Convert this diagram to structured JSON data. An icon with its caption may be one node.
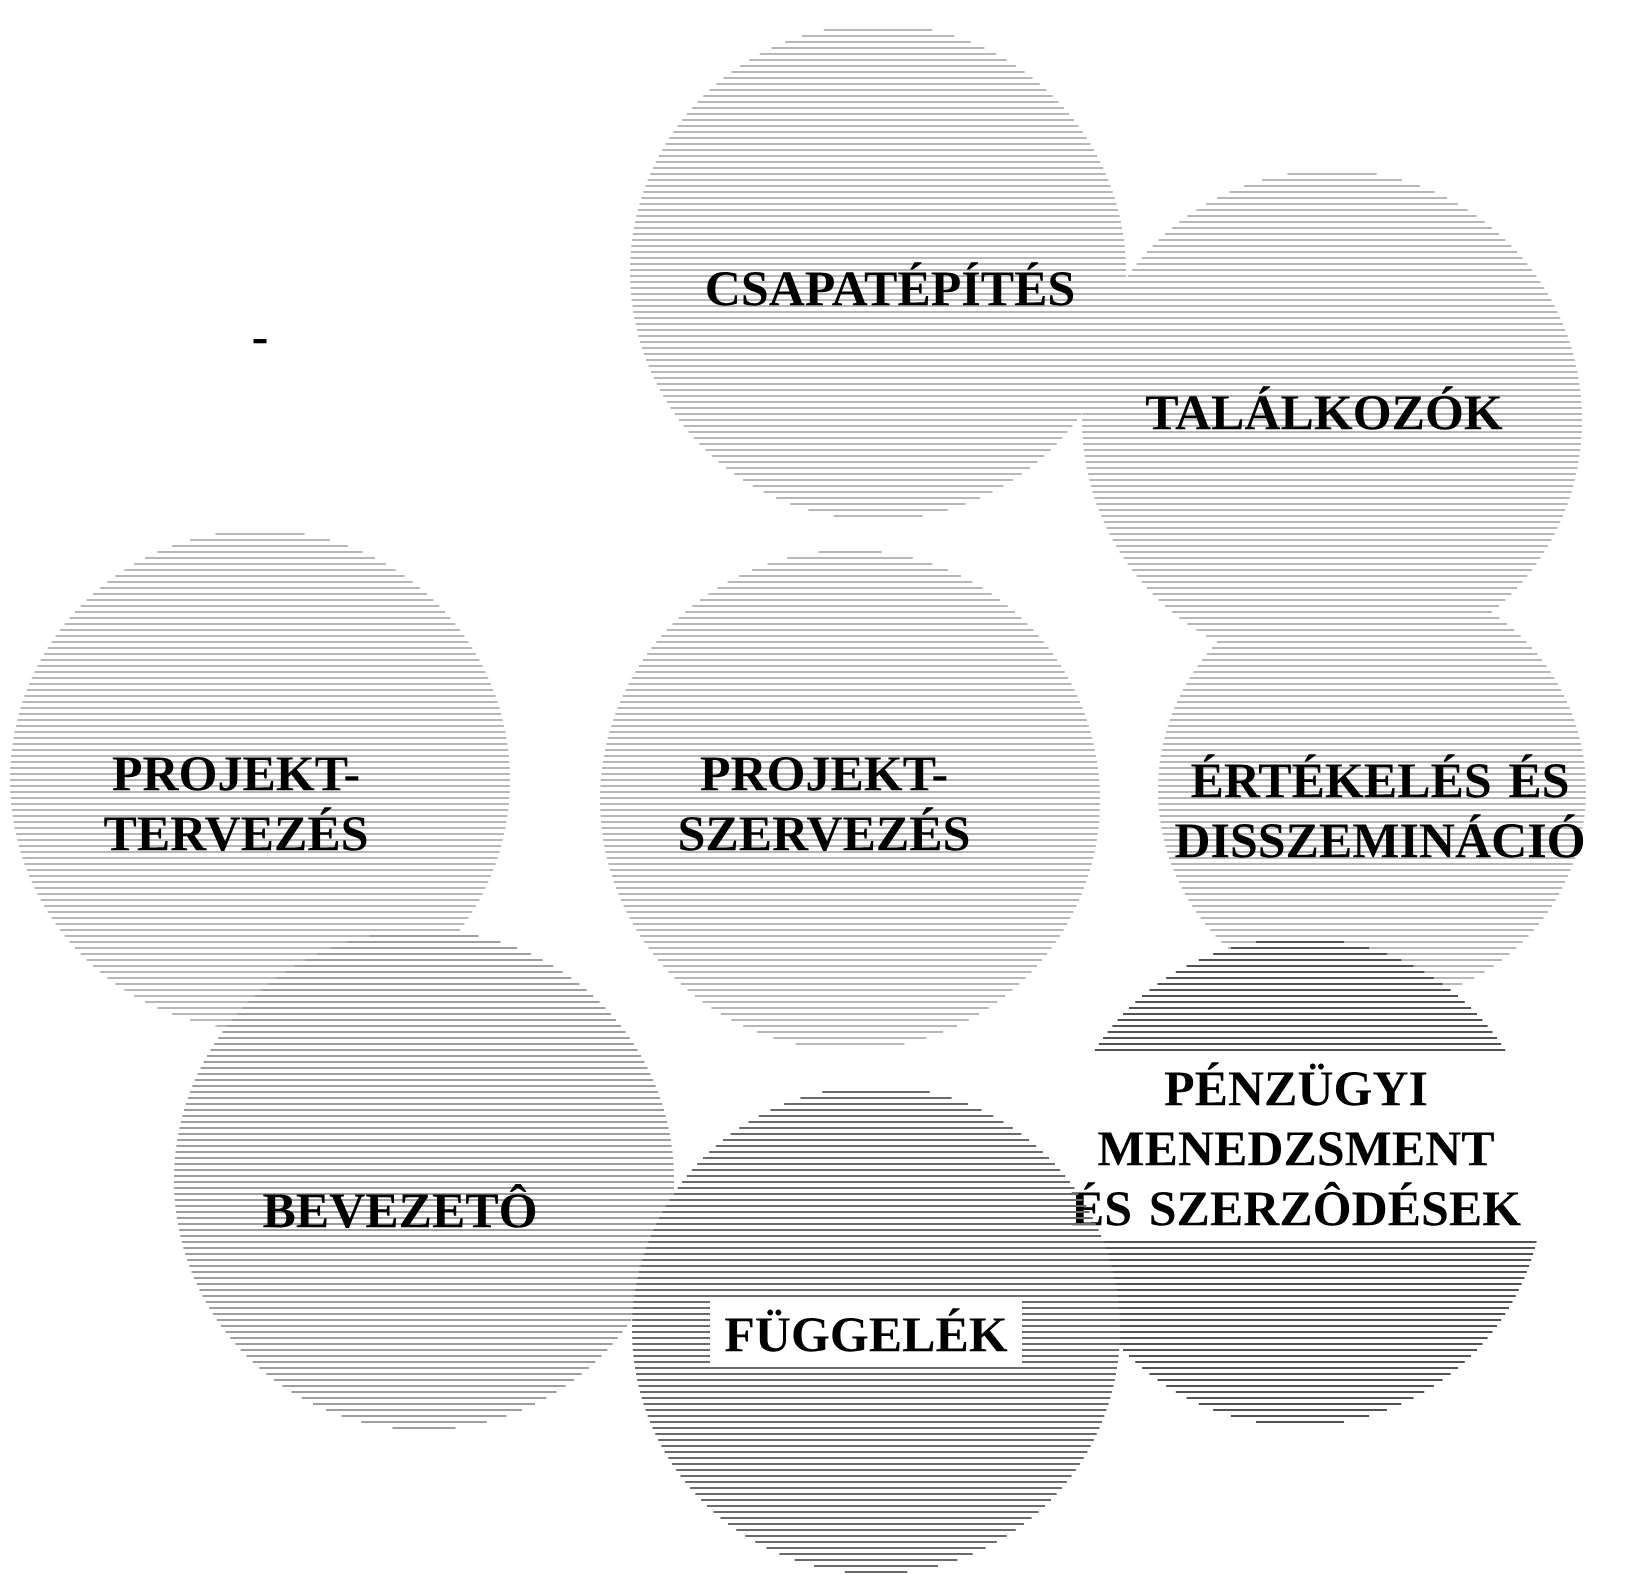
{
  "diagram": {
    "nodes": [
      {
        "text": [
          "CSAPATÉPÍTÉS"
        ]
      },
      {
        "text": [
          "TALÁLKOZÓK"
        ]
      },
      {
        "text": [
          "PROJEKT-TERVEZÉS"
        ]
      },
      {
        "text": [
          "PROJEKT-SZERVEZÉS"
        ]
      },
      {
        "text": [
          "ÉRTÉKELÉS ÉS DISSZEMINÁCIÓ"
        ]
      },
      {
        "text": [
          "PÉNZÜGYI MENEDZSMENT ÉS SZERZÔDÉSEK"
        ]
      },
      {
        "text": [
          "BEVEZETÔ"
        ]
      },
      {
        "text": [
          "FÜGGELÉK"
        ]
      }
    ],
    "labels": [
      "-"
    ]
  }
}
